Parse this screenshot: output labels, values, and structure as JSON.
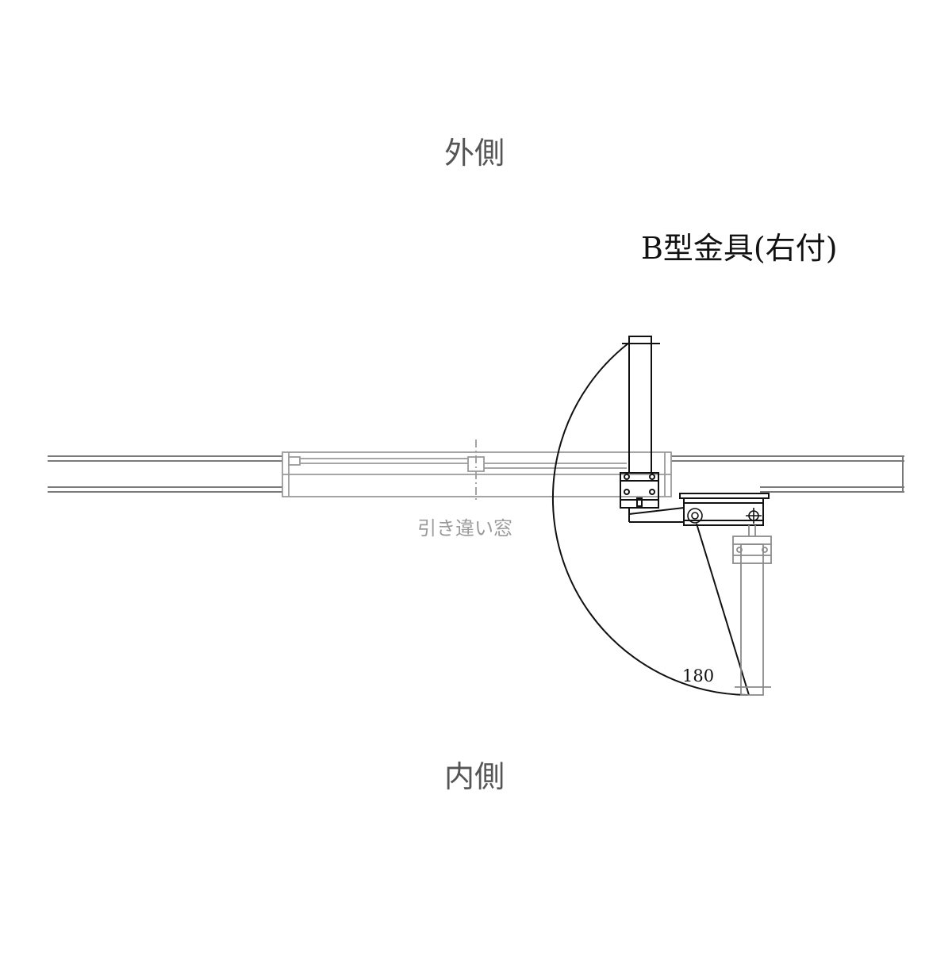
{
  "labels": {
    "outside": "外側",
    "title": "B型金具(右付)",
    "window": "引き違い窓",
    "angle": "180",
    "inside": "内側"
  },
  "colors": {
    "line": "#111111",
    "window_line": "#9a9a9a",
    "rail_line": "#7a7a7a",
    "text_gray": "#555555"
  }
}
